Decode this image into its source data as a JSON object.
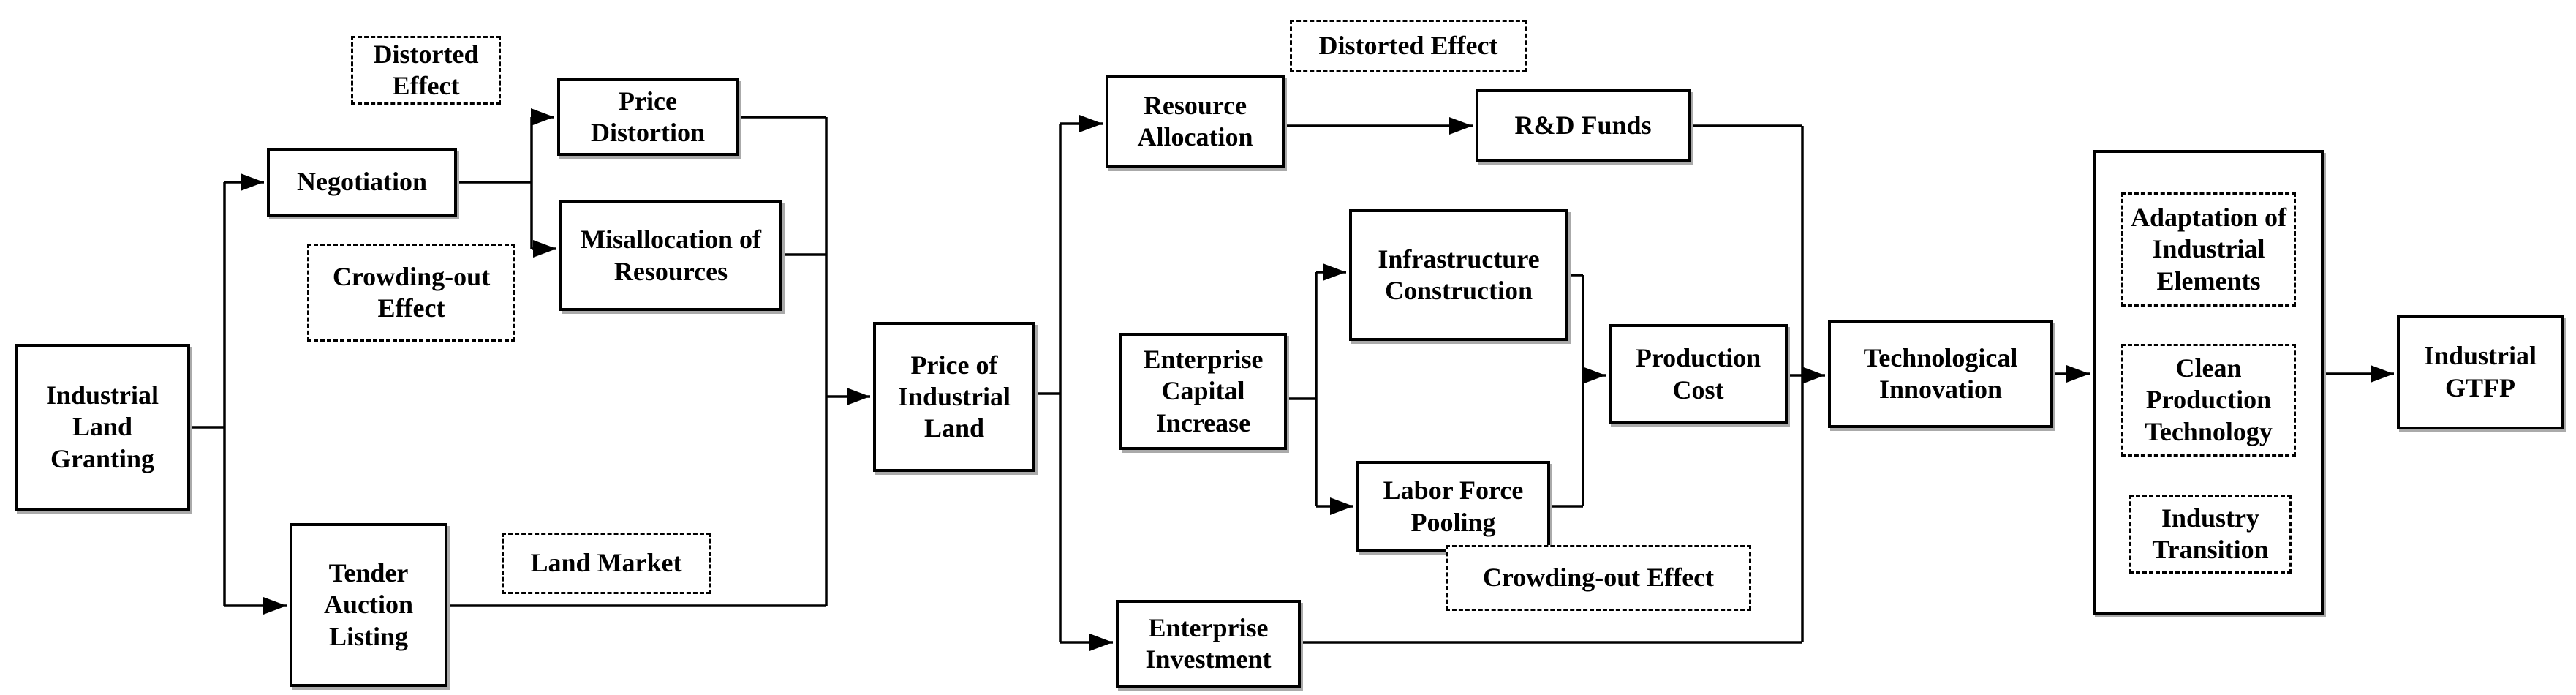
{
  "diagram": {
    "background_color": "#ffffff",
    "line_color": "#000000",
    "text_color": "#000000",
    "nodes": {
      "industrial_land_granting": {
        "label": "Industrial Land Granting",
        "style": "solid"
      },
      "negotiation": {
        "label": "Negotiation",
        "style": "solid"
      },
      "tender_auction_listing": {
        "label": "Tender Auction Listing",
        "style": "solid"
      },
      "distorted_effect_left": {
        "label": "Distorted Effect",
        "style": "dashed"
      },
      "crowding_out_effect_left": {
        "label": "Crowding-out Effect",
        "style": "dashed"
      },
      "land_market": {
        "label": "Land Market",
        "style": "dashed"
      },
      "price_distortion": {
        "label": "Price Distortion",
        "style": "solid"
      },
      "misallocation_of_resources": {
        "label": "Misallocation of Resources",
        "style": "solid"
      },
      "price_of_industrial_land": {
        "label": "Price of Industrial Land",
        "style": "solid"
      },
      "resource_allocation": {
        "label": "Resource Allocation",
        "style": "solid"
      },
      "distorted_effect_mid": {
        "label": "Distorted Effect",
        "style": "dashed"
      },
      "rd_funds": {
        "label": "R&D Funds",
        "style": "solid"
      },
      "enterprise_capital_increase": {
        "label": "Enterprise Capital Increase",
        "style": "solid"
      },
      "infrastructure_construction": {
        "label": "Infrastructure Construction",
        "style": "solid"
      },
      "labor_force_pooling": {
        "label": "Labor Force Pooling",
        "style": "solid"
      },
      "production_cost": {
        "label": "Production Cost",
        "style": "solid"
      },
      "crowding_out_effect_mid": {
        "label": "Crowding-out Effect",
        "style": "dashed"
      },
      "enterprise_investment": {
        "label": "Enterprise Investment",
        "style": "solid"
      },
      "technological_innovation": {
        "label": "Technological Innovation",
        "style": "solid"
      },
      "adaptation_of_industrial_elements": {
        "label": "Adaptation of Industrial Elements",
        "style": "dashed"
      },
      "clean_production_technology": {
        "label": "Clean Production Technology",
        "style": "dashed"
      },
      "industry_transition": {
        "label": "Industry Transition",
        "style": "dashed"
      },
      "industrial_gtfp": {
        "label": "Industrial GTFP",
        "style": "solid"
      }
    },
    "edges": [
      {
        "from": "industrial_land_granting",
        "to": "negotiation"
      },
      {
        "from": "industrial_land_granting",
        "to": "tender_auction_listing"
      },
      {
        "from": "negotiation",
        "to": "price_distortion"
      },
      {
        "from": "negotiation",
        "to": "misallocation_of_resources"
      },
      {
        "from": "price_distortion",
        "to": "price_of_industrial_land"
      },
      {
        "from": "misallocation_of_resources",
        "to": "price_of_industrial_land"
      },
      {
        "from": "tender_auction_listing",
        "to": "price_of_industrial_land"
      },
      {
        "from": "price_of_industrial_land",
        "to": "resource_allocation"
      },
      {
        "from": "price_of_industrial_land",
        "to": "enterprise_investment"
      },
      {
        "from": "resource_allocation",
        "to": "rd_funds"
      },
      {
        "from": "rd_funds",
        "to": "technological_innovation"
      },
      {
        "from": "enterprise_capital_increase",
        "to": "infrastructure_construction"
      },
      {
        "from": "enterprise_capital_increase",
        "to": "labor_force_pooling"
      },
      {
        "from": "infrastructure_construction",
        "to": "production_cost"
      },
      {
        "from": "labor_force_pooling",
        "to": "production_cost"
      },
      {
        "from": "production_cost",
        "to": "technological_innovation"
      },
      {
        "from": "enterprise_investment",
        "to": "technological_innovation"
      },
      {
        "from": "technological_innovation",
        "to": "mediator_group"
      },
      {
        "from": "mediator_group",
        "to": "industrial_gtfp"
      }
    ]
  }
}
